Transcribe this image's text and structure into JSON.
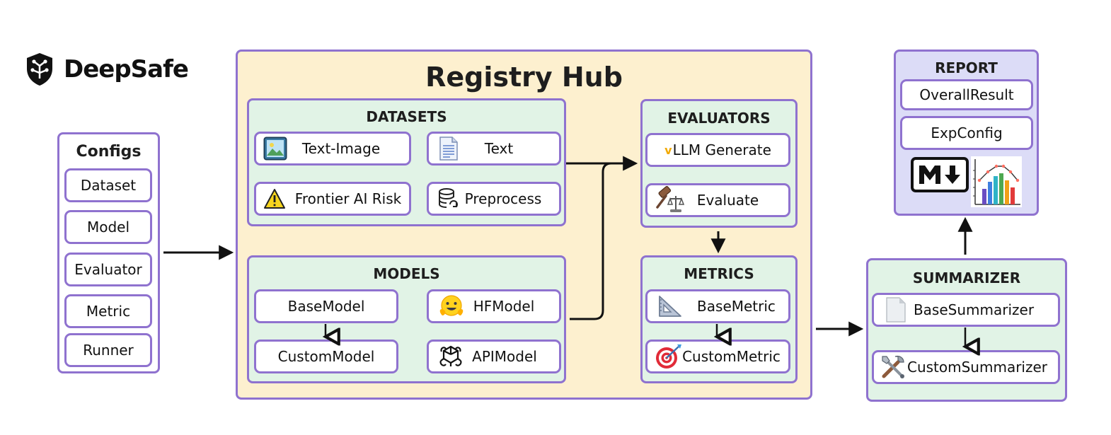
{
  "brand": {
    "name": "DeepSafe",
    "icon": "shield-circuit-icon"
  },
  "configs": {
    "title": "Configs",
    "items": [
      "Dataset",
      "Model",
      "Evaluator",
      "Metric",
      "Runner"
    ]
  },
  "hub": {
    "title": "Registry Hub",
    "datasets": {
      "title": "DATASETS",
      "items": [
        {
          "label": "Text-Image",
          "icon": "image-icon"
        },
        {
          "label": "Text",
          "icon": "document-icon"
        },
        {
          "label": "Frontier AI Risk",
          "icon": "warning-icon"
        },
        {
          "label": "Preprocess",
          "icon": "database-icon"
        }
      ]
    },
    "models": {
      "title": "MODELS",
      "items": [
        {
          "label": "BaseModel",
          "icon": ""
        },
        {
          "label": "HFModel",
          "icon": "hugging-face-icon"
        },
        {
          "label": "CustomModel",
          "icon": ""
        },
        {
          "label": "APIModel",
          "icon": "openai-icon"
        }
      ]
    },
    "evaluators": {
      "title": "EVALUATORS",
      "items": [
        {
          "label": "LLM Generate",
          "prefix": "v",
          "icon": "vllm-icon"
        },
        {
          "label": "Evaluate",
          "icon": "gavel-icon"
        }
      ]
    },
    "metrics": {
      "title": "METRICS",
      "items": [
        {
          "label": "BaseMetric",
          "icon": "triangle-ruler-icon"
        },
        {
          "label": "CustomMetric",
          "icon": "target-icon"
        }
      ]
    }
  },
  "summarizer": {
    "title": "SUMMARIZER",
    "items": [
      {
        "label": "BaseSummarizer",
        "icon": "file-icon"
      },
      {
        "label": "CustomSummarizer",
        "icon": "tools-icon"
      }
    ]
  },
  "report": {
    "title": "REPORT",
    "items": [
      "OverallResult",
      "ExpConfig"
    ],
    "icons": [
      "markdown-icon",
      "chart-icon"
    ]
  },
  "colors": {
    "border": "#8f72cf",
    "hub_bg": "#fdf0cf",
    "section_bg": "#e1f3e6",
    "report_bg": "#dcdcf7"
  }
}
